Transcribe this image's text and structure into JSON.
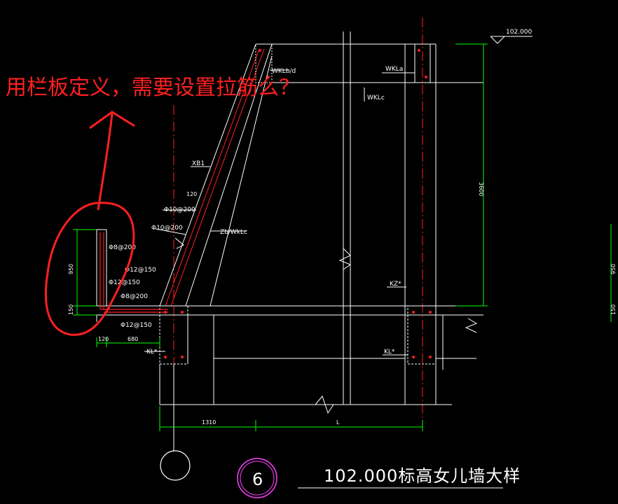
{
  "annotation": {
    "question": "用栏板定义，需要设置拉筋么？"
  },
  "drawing": {
    "title": "102.000标高女儿墙大样",
    "detail_number": "6",
    "elevation": "102.000",
    "labels": {
      "wklbd": "WKLb/d",
      "wkla": "WKLa",
      "wklc": "WKLc",
      "xb1": "XB1",
      "zb_wklc": "Zb/WkLc",
      "kz": "KZ*",
      "kl_left": "KL*",
      "kl_right": "KL*",
      "rebar_10_200_a": "Φ10@200",
      "rebar_10_200_b": "Φ10@200",
      "rebar_8_200_a": "Φ8@200",
      "rebar_12_150_a": "Φ12@150",
      "rebar_12_150_b": "Φ12@150",
      "rebar_8_200_b": "Φ8@200",
      "rebar_12_150_c": "Φ12@150"
    },
    "dimensions": {
      "d3600": "3600",
      "d120_slope": "120",
      "d950": "950",
      "d150": "150",
      "d120": "120",
      "d680": "680",
      "d1310": "1310",
      "dL": "L",
      "edge950": "950",
      "edge150": "150"
    }
  },
  "colors": {
    "background": "#000000",
    "line": "#ffffff",
    "dim": "#00ff00",
    "rebar": "#ff2020",
    "annotation": "#ff2020",
    "detail_circle": "#ff40ff"
  }
}
